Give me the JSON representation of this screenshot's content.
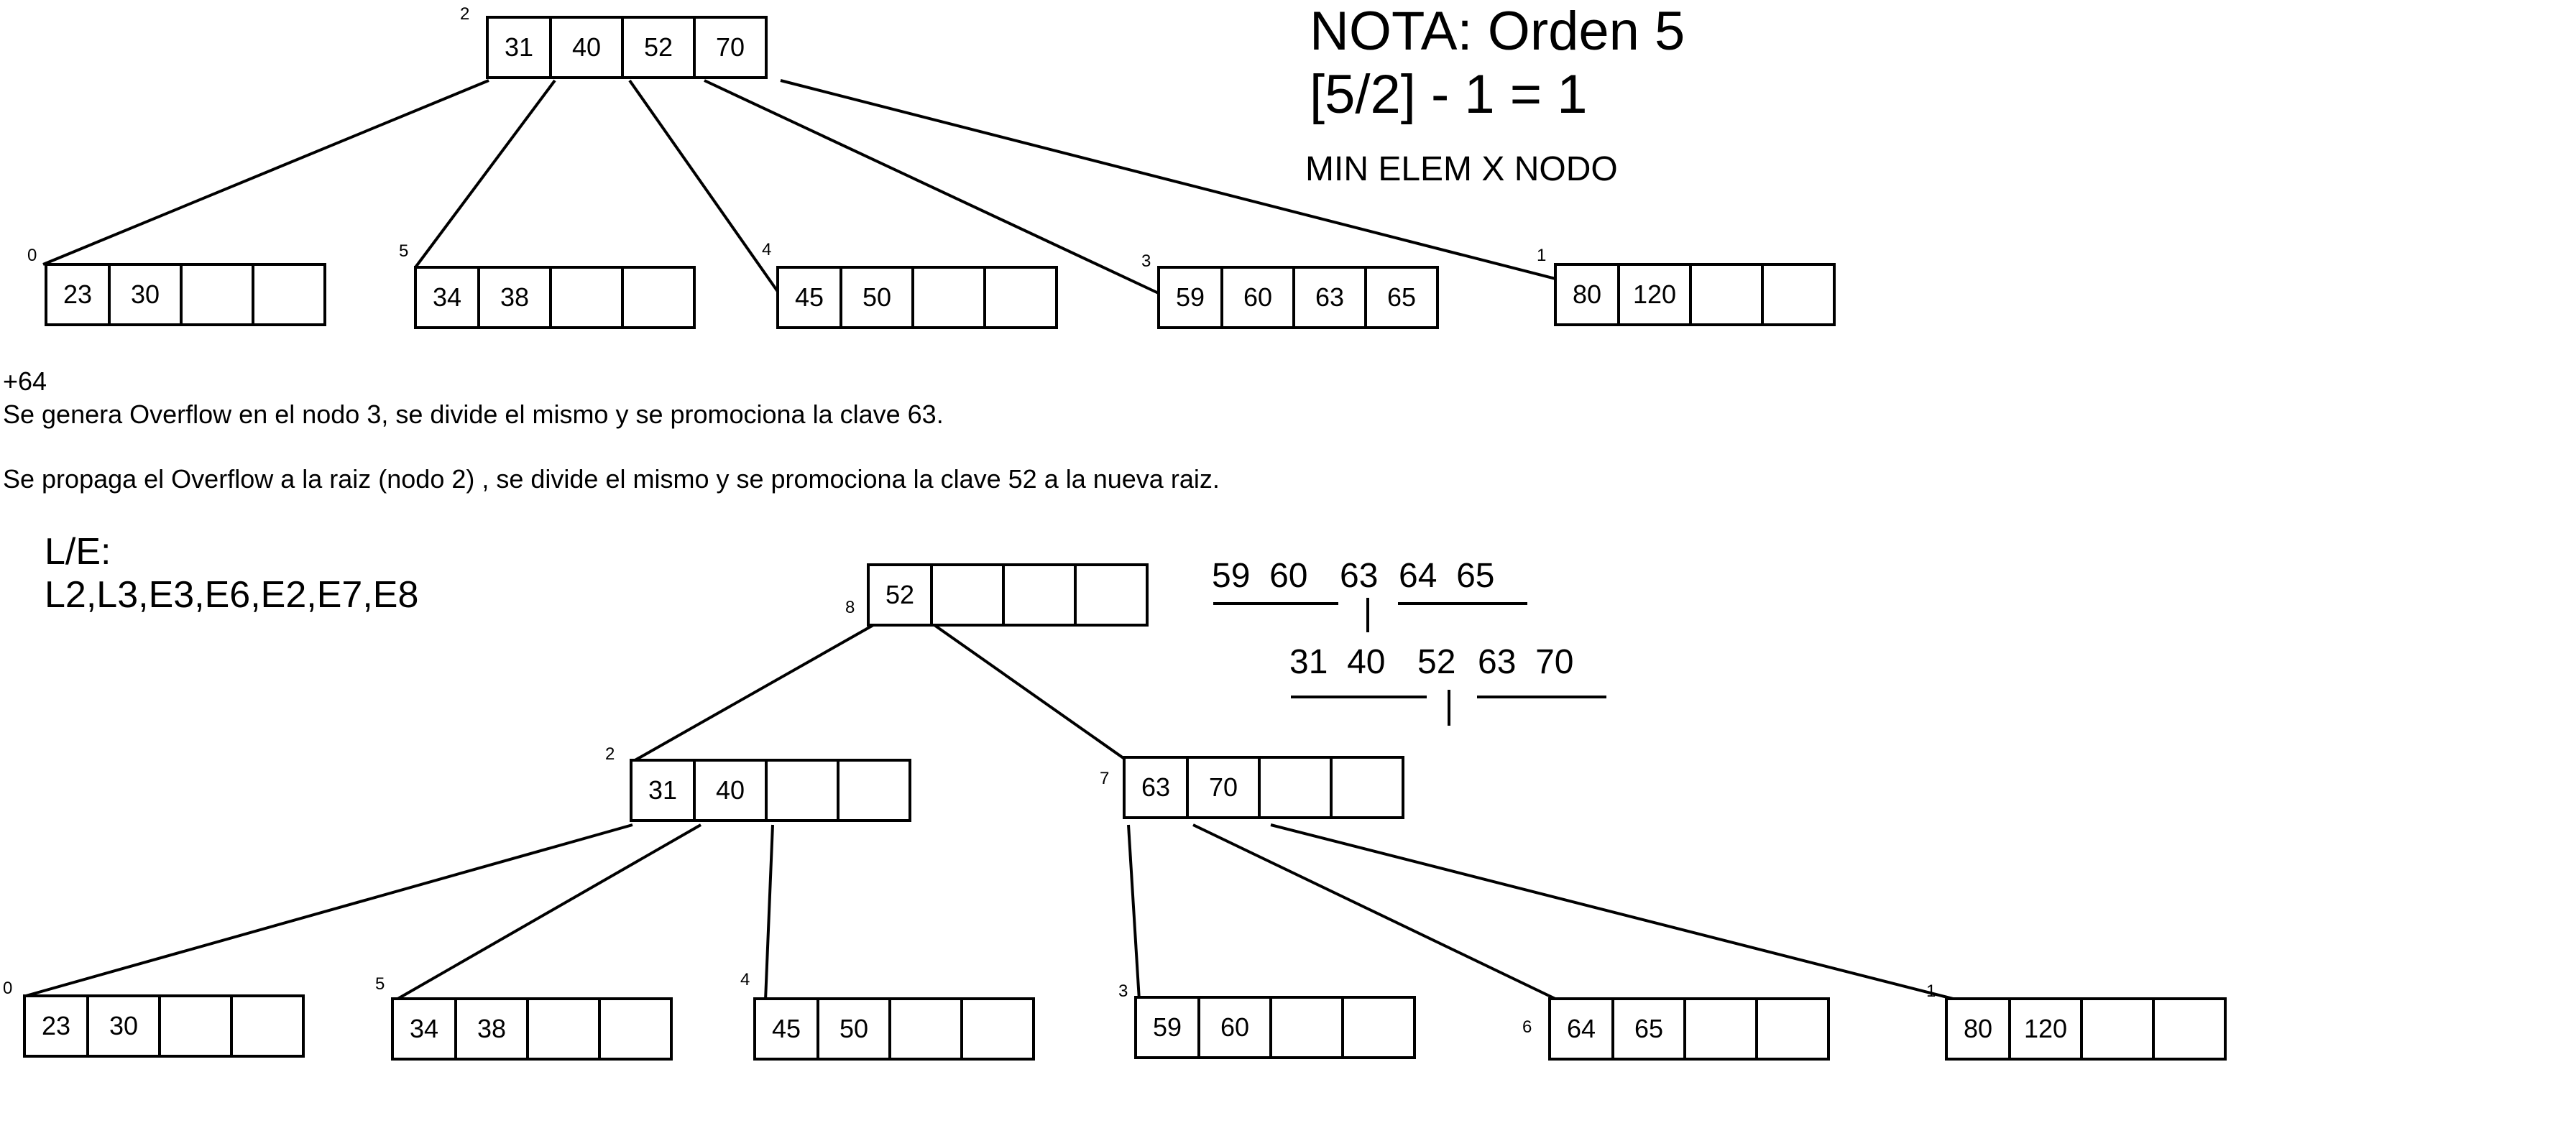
{
  "note": {
    "line1": "NOTA: Orden 5",
    "line2": "[5/2] - 1 = 1",
    "line3": "MIN ELEM X NODO"
  },
  "insert_op": "+64",
  "explanation": [
    "Se genera Overflow en el nodo 3, se divide el mismo y se promociona la clave 63.",
    "Se propaga el Overflow a la raiz (nodo 2) , se divide el mismo y se promociona la clave 52 a la nueva raiz."
  ],
  "io_label": "L/E:",
  "io_sequence": "L2,L3,E3,E6,E2,E7,E8",
  "splits": [
    {
      "left": "59  60",
      "mid": "63",
      "right": "64  65"
    },
    {
      "left": "31  40",
      "mid": "52",
      "right": "63  70"
    }
  ],
  "tree_before": {
    "nodes": [
      {
        "id": "2",
        "keys": [
          "31",
          "40",
          "52",
          "70"
        ]
      },
      {
        "id": "0",
        "keys": [
          "23",
          "30",
          "",
          ""
        ]
      },
      {
        "id": "5",
        "keys": [
          "34",
          "38",
          "",
          ""
        ]
      },
      {
        "id": "4",
        "keys": [
          "45",
          "50",
          "",
          ""
        ]
      },
      {
        "id": "3",
        "keys": [
          "59",
          "60",
          "63",
          "65"
        ]
      },
      {
        "id": "1",
        "keys": [
          "80",
          "120",
          "",
          ""
        ]
      }
    ]
  },
  "tree_after": {
    "nodes": [
      {
        "id": "8",
        "keys": [
          "52",
          "",
          "",
          ""
        ]
      },
      {
        "id": "2",
        "keys": [
          "31",
          "40",
          "",
          ""
        ]
      },
      {
        "id": "7",
        "keys": [
          "63",
          "70",
          "",
          ""
        ]
      },
      {
        "id": "0",
        "keys": [
          "23",
          "30",
          "",
          ""
        ]
      },
      {
        "id": "5",
        "keys": [
          "34",
          "38",
          "",
          ""
        ]
      },
      {
        "id": "4",
        "keys": [
          "45",
          "50",
          "",
          ""
        ]
      },
      {
        "id": "3",
        "keys": [
          "59",
          "60",
          "",
          ""
        ]
      },
      {
        "id": "6",
        "keys": [
          "64",
          "65",
          "",
          ""
        ]
      },
      {
        "id": "1",
        "keys": [
          "80",
          "120",
          "",
          ""
        ]
      }
    ]
  }
}
